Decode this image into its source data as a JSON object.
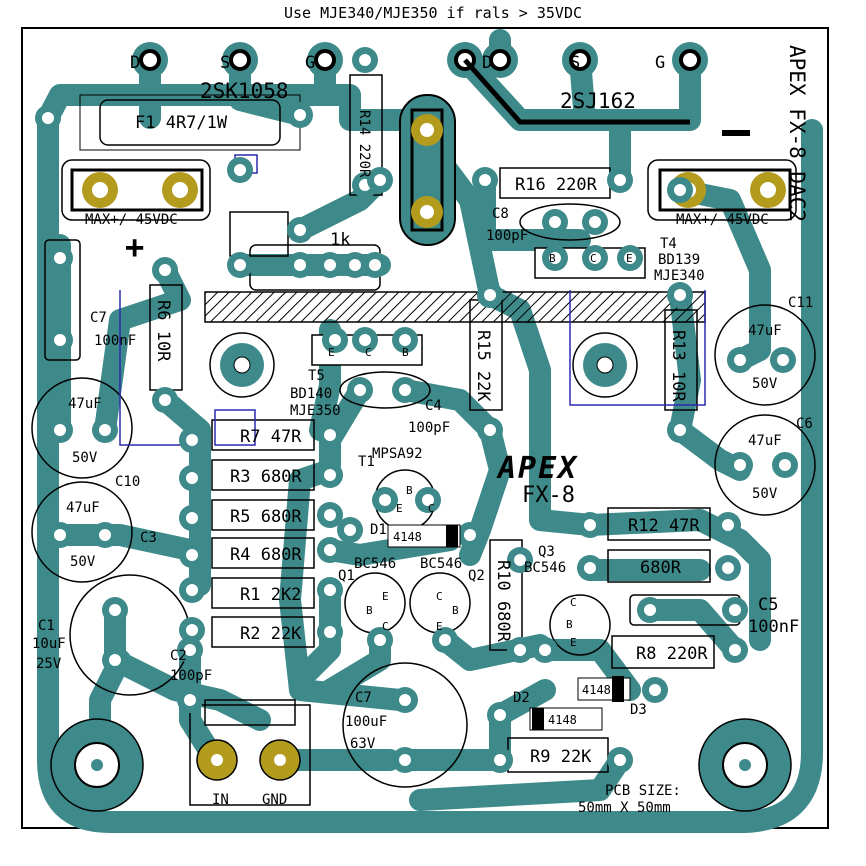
{
  "header": {
    "note": "Use MJE340/MJE350 if rals > 35VDC"
  },
  "colors": {
    "copper": "#3e8a8a",
    "pad": "#ffffff",
    "gold": "#b39b1e",
    "outline": "#000000",
    "blue": "#2a2ab0"
  },
  "top_fets": {
    "left": {
      "part": "2SK1058",
      "pins": [
        "D",
        "S",
        "G"
      ]
    },
    "right": {
      "part": "2SJ162",
      "pins": [
        "D",
        "S",
        "G"
      ]
    }
  },
  "branding": {
    "logo": "APEX",
    "model": "FX-8",
    "corner_mark": "APEX FX-8 DAC2"
  },
  "supply": {
    "plus": "+",
    "minus": "-",
    "left_max": "MAX+/-45VDC",
    "right_max": "MAX+/-45VDC"
  },
  "fuse": "F1 4R7/1W",
  "resistors": {
    "r14": "R14 220R",
    "r16": "R16 220R",
    "pot": "1k",
    "r6": "R6 10R",
    "r15": "R15 22K",
    "r13": "R13 10R",
    "r7": "R7 47R",
    "r3": "R3 680R",
    "r5": "R5 680R",
    "r4": "R4 680R",
    "r1": "R1 2K2",
    "r2": "R2 22K",
    "r12": "R12 47R",
    "r11": "680R",
    "r10": "R10 680R",
    "r8": "R8 220R",
    "r9": "R9 22K"
  },
  "caps": {
    "c7_top_name": "C7",
    "c7_top_val": "100nF",
    "c8_name": "C8",
    "c8_val": "100pF",
    "c4_name": "C4",
    "c4_val": "100pF",
    "c11_name": "C11",
    "c11_val": "47uF",
    "c11_v": "50V",
    "c6_name": "C6",
    "c6_val": "47uF",
    "c6_v": "50V",
    "c9_val": "47uF",
    "c9_v": "50V",
    "c10_name": "C10",
    "c10_val": "47uF",
    "c10_v": "50V",
    "c3_name": "C3",
    "c1_name": "C1",
    "c1_val": "10uF",
    "c1_v": "25V",
    "c2_name": "C2",
    "c2_val": "100pF",
    "c7_big_name": "C7",
    "c7_big_val": "100uF",
    "c7_big_v": "63V",
    "c5_name": "C5",
    "c5_val": "100nF"
  },
  "transistors": {
    "t4_name": "T4",
    "t4_part": "BD139",
    "t4_alt": "MJE340",
    "t4_pins": [
      "B",
      "C",
      "E"
    ],
    "t5_name": "T5",
    "t5_part": "BD140",
    "t5_alt": "MJE350",
    "t5_pins": [
      "E",
      "C",
      "B"
    ],
    "t1_name": "T1",
    "t1_part": "MPSA92",
    "q1_name": "Q1",
    "q1_part": "BC546",
    "q2_name": "Q2",
    "q2_part": "BC546",
    "q3_name": "Q3",
    "q3_part": "BC546"
  },
  "diodes": {
    "d1": "D1",
    "d2": "D2",
    "d3": "D3",
    "part": "4148"
  },
  "pin_letters": {
    "b": "B",
    "c": "C",
    "e": "E"
  },
  "terminals": {
    "in": "IN",
    "gnd": "GND"
  },
  "pcb_size": {
    "line1": "PCB SIZE:",
    "line2": "50mm X 50mm"
  }
}
